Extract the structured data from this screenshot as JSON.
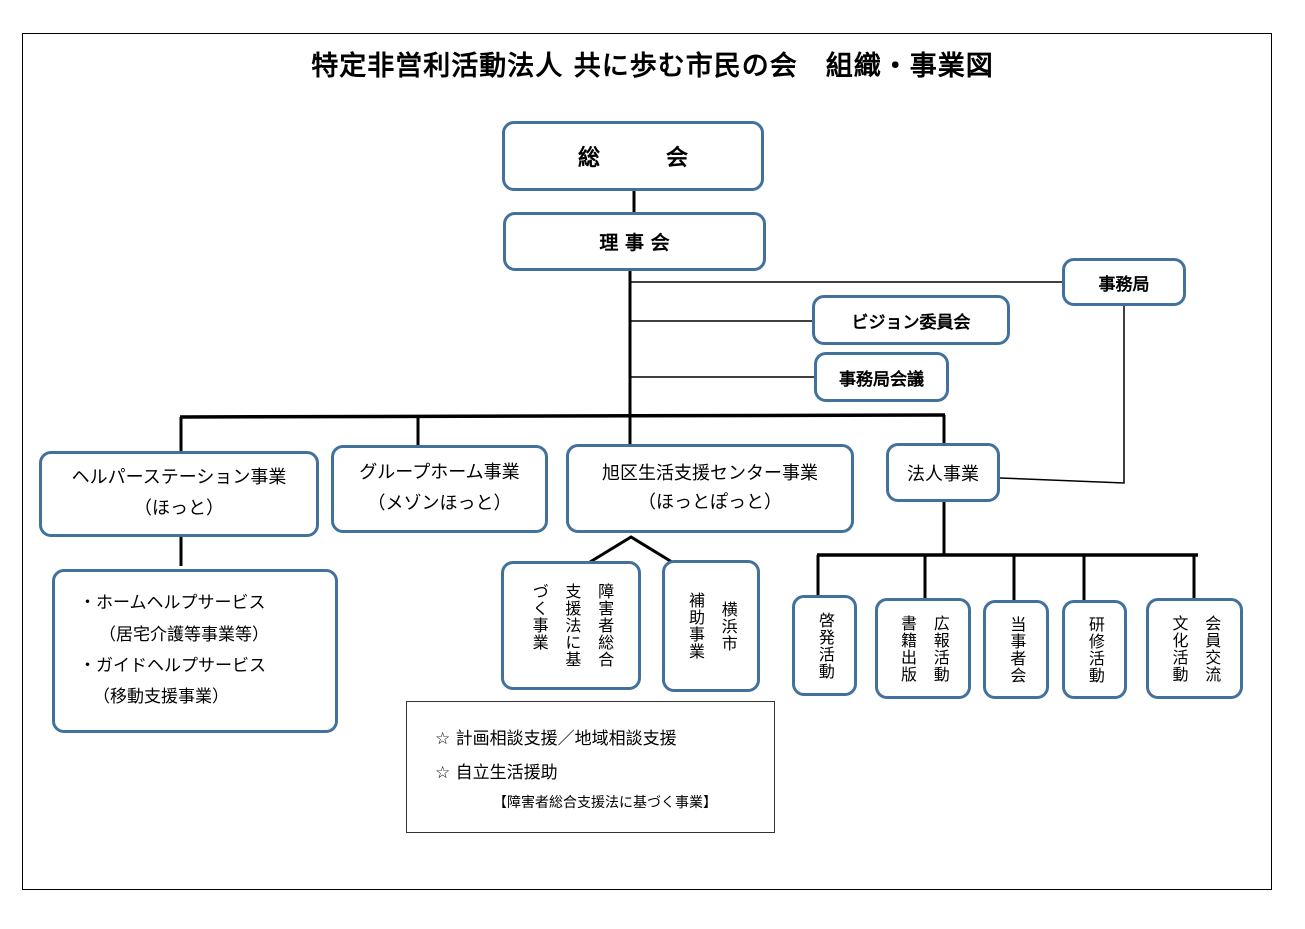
{
  "title": "特定非営利活動法人 共に歩む市民の会　組織・事業図",
  "governance": {
    "general_assembly": "総　　　会",
    "board": "理 事 会",
    "secretariat": "事務局",
    "vision_committee": "ビジョン委員会",
    "secretariat_meeting": "事務局会議"
  },
  "divisions": {
    "helper": {
      "name": "ヘルパーステーション事業",
      "sub": "（ほっと）"
    },
    "group_home": {
      "name": "グループホーム事業",
      "sub": "（メゾンほっと）"
    },
    "support_center": {
      "name": "旭区生活支援センター事業",
      "sub": "（ほっとぽっと）"
    },
    "corporate": {
      "name": "法人事業"
    }
  },
  "helper_services": [
    "・ホームヘルプサービス",
    "（居宅介護等事業等）",
    "・ガイドヘルプサービス",
    "（移動支援事業）"
  ],
  "support_center_children": [
    {
      "col1": "障害者総合",
      "col2": "支援法に基",
      "col3": "づく事業"
    },
    {
      "col1": "横浜市",
      "col2": "補助事業"
    }
  ],
  "note": {
    "line1": "☆ 計画相談支援／地域相談支援",
    "line2": "☆ 自立生活援助",
    "line3": "【障害者総合支援法に基づく事業】"
  },
  "corporate_children": [
    {
      "col1": "啓発活動"
    },
    {
      "col1": "広報活動",
      "col2": "書籍出版"
    },
    {
      "col1": "当事者会"
    },
    {
      "col1": "研修活動"
    },
    {
      "col1": "会員交流",
      "col2": "文化活動"
    }
  ],
  "colors": {
    "box_border": "#41719c",
    "line": "#000000"
  }
}
